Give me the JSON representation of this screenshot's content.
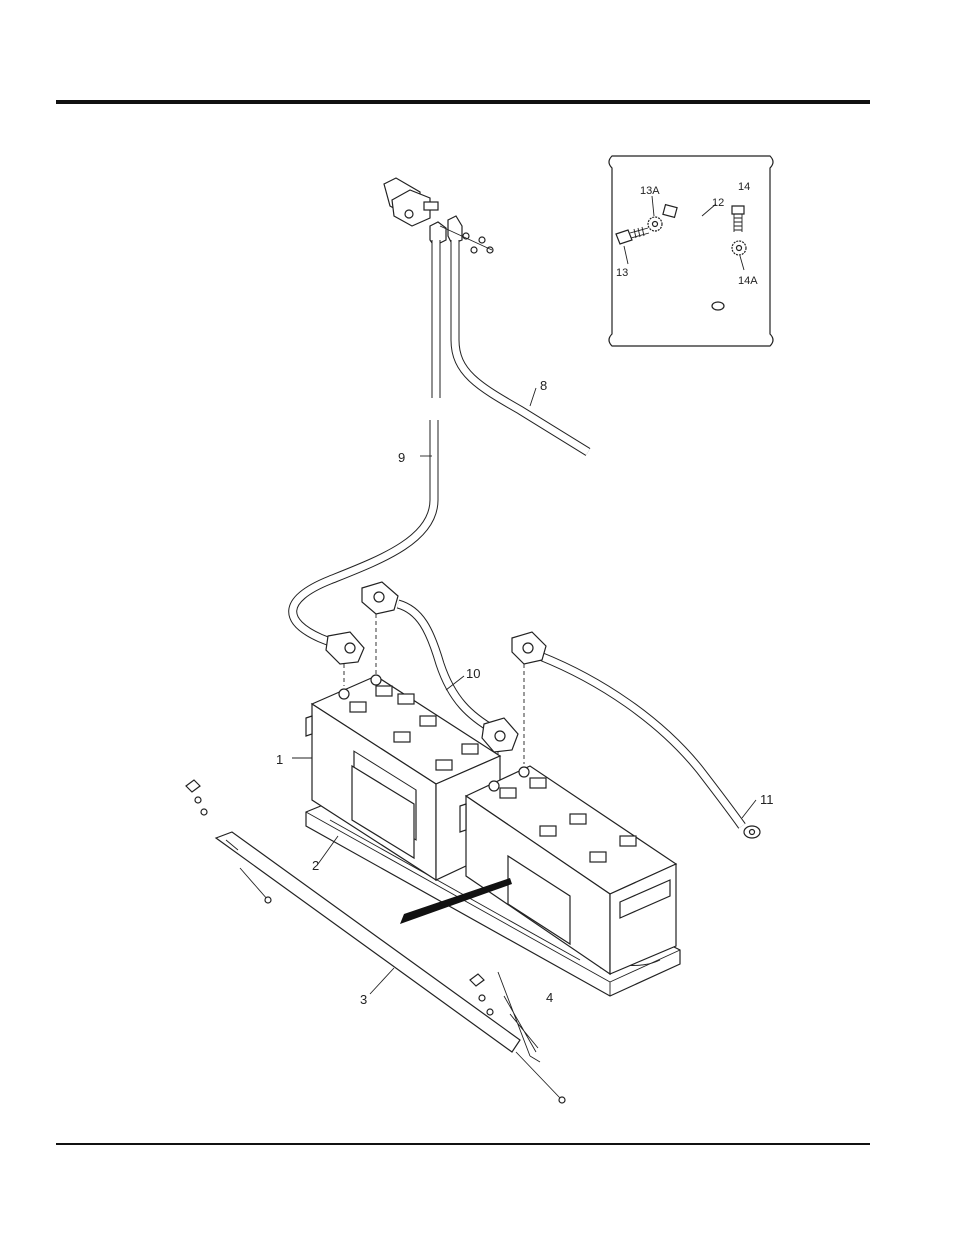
{
  "diagram": {
    "callouts": {
      "c1": "1",
      "c2": "2",
      "c3": "3",
      "c4": "4",
      "c8": "8",
      "c9": "9",
      "c10": "10",
      "c11": "11",
      "c12": "12",
      "c13": "13",
      "c13a": "13A",
      "c14": "14",
      "c14a": "14A"
    }
  }
}
